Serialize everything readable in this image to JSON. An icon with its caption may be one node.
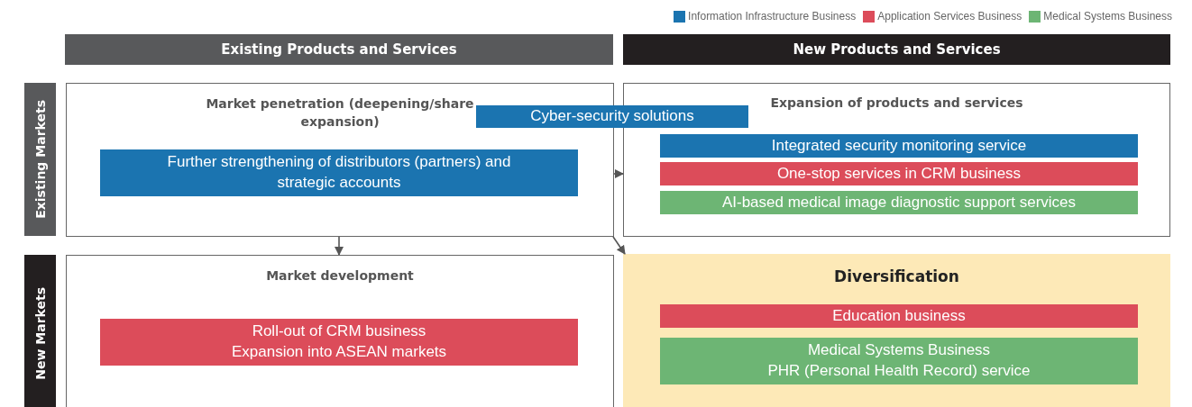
{
  "diagram": {
    "nodes": [
      {
        "text": [
          "Existing Products and Services"
        ]
      },
      {
        "text": [
          "New Products and Services"
        ]
      },
      {
        "text": [
          "Existing Markets"
        ]
      },
      {
        "text": [
          "New Markets"
        ]
      },
      {
        "text": [
          "Market penetration (deepening/share expansion)"
        ]
      },
      {
        "text": [
          "Further strengthening of distributors (partners) and strategic accounts"
        ],
        "in": 4
      },
      {
        "text": [
          "Cyber-security solutions"
        ]
      },
      {
        "text": [
          "Expansion of products and services"
        ]
      },
      {
        "text": [
          "Integrated security monitoring service"
        ],
        "in": 7
      },
      {
        "text": [
          "One-stop services in CRM business"
        ],
        "in": 7
      },
      {
        "text": [
          "AI-based medical image diagnostic support services"
        ],
        "in": 7
      },
      {
        "text": [
          "Market development"
        ]
      },
      {
        "text": [
          "Roll-out of CRM business",
          "Expansion into ASEAN markets"
        ],
        "in": 11
      },
      {
        "text": [
          "Diversification"
        ]
      },
      {
        "text": [
          "Education business"
        ],
        "in": 13
      },
      {
        "text": [
          "Medical Systems Business",
          "PHR (Personal Health Record) service"
        ],
        "in": 13
      }
    ],
    "edges": [
      {
        "from": 4,
        "to": 7,
        "arrow": "to"
      },
      {
        "from": 4,
        "to": 11,
        "arrow": "to"
      },
      {
        "from": 4,
        "to": 13,
        "arrow": "to"
      }
    ],
    "legend": [
      {
        "text": "Information Infrastructure Business",
        "color": "#1b74b0"
      },
      {
        "text": "Application Services Business",
        "color": "#dc4c5a"
      },
      {
        "text": "Medical Systems Business",
        "color": "#6db574"
      }
    ]
  }
}
